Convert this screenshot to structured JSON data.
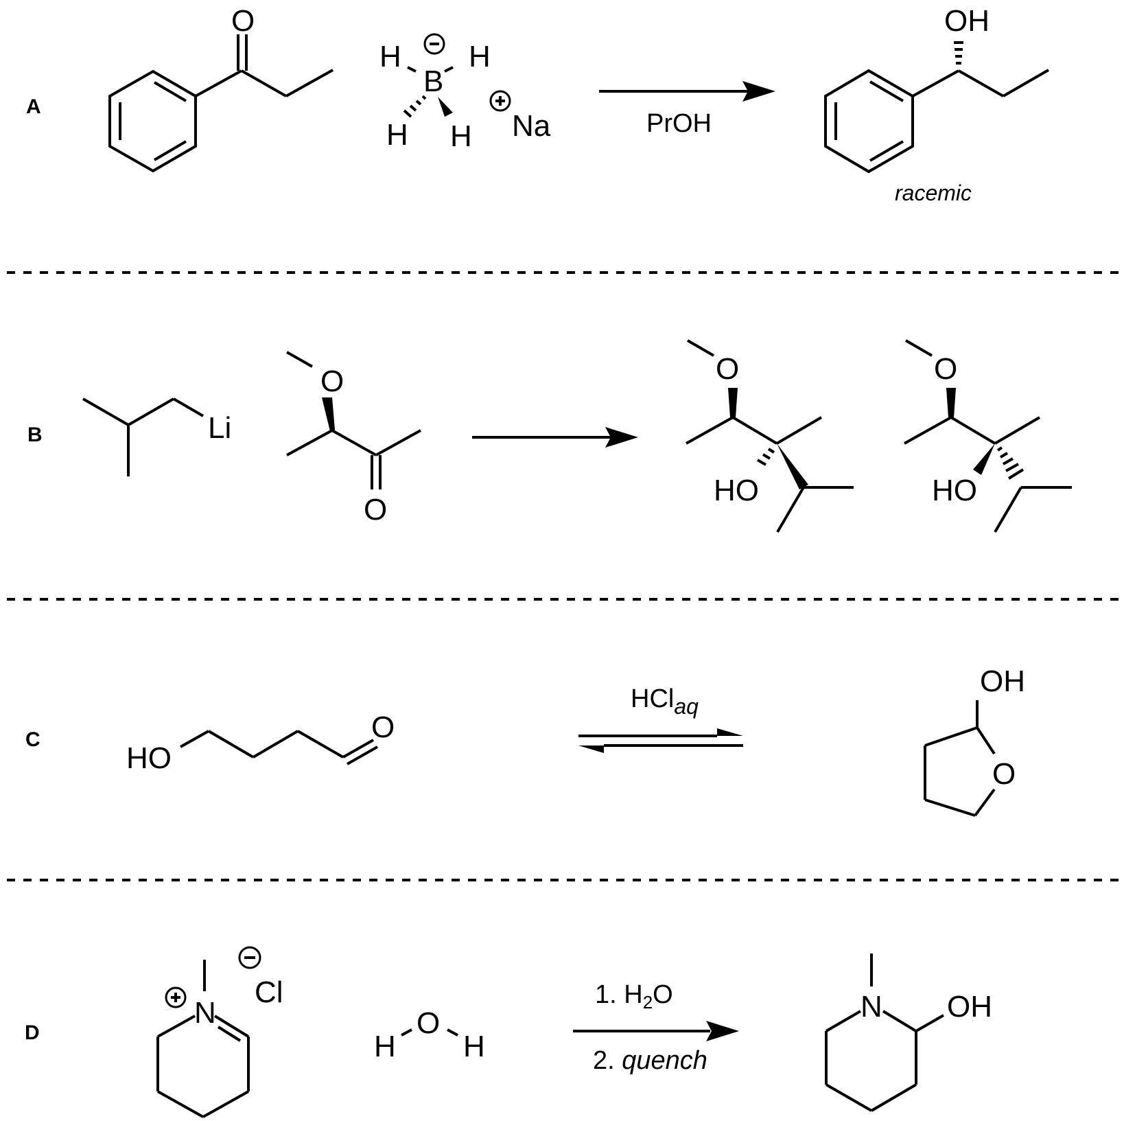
{
  "panels": {
    "A": {
      "label": "A",
      "ketone_O": "O",
      "borohydride": {
        "H1": "H",
        "H2": "H",
        "H3": "H",
        "H4": "H",
        "B": "B",
        "Na": "Na"
      },
      "reagent": "PrOH",
      "product_OH": "OH",
      "note": "racemic"
    },
    "B": {
      "label": "B",
      "Li": "Li",
      "ketone_O": "O",
      "methoxy_O": "O",
      "product1": {
        "O": "O",
        "HO": "HO"
      },
      "product2": {
        "O": "O",
        "HO": "HO"
      }
    },
    "C": {
      "label": "C",
      "reactant_HO": "HO",
      "reactant_O": "O",
      "reagent_main": "HCl",
      "reagent_sub": "aq",
      "product_OH": "OH",
      "product_O": "O"
    },
    "D": {
      "label": "D",
      "N": "N",
      "Cl": "Cl",
      "water": {
        "H1": "H",
        "O": "O",
        "H2": "H"
      },
      "step1_prefix": "1. H",
      "step1_sub": "2",
      "step1_suffix": "O",
      "step2_prefix": "2. ",
      "step2_italic": "quench",
      "product_N": "N",
      "product_OH": "OH"
    }
  }
}
